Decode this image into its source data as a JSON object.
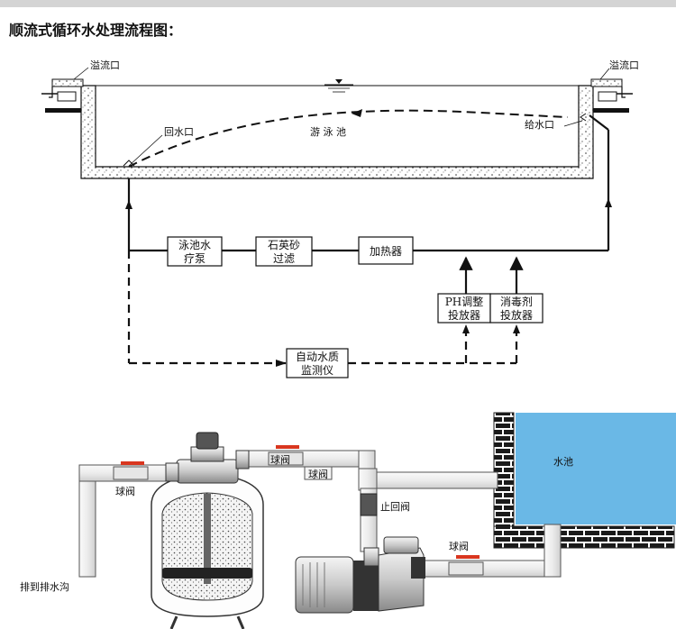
{
  "title": "顺流式循环水处理流程图：",
  "top_diagram": {
    "overflow_left": "溢流口",
    "overflow_right": "溢流口",
    "pool": "游 泳 池",
    "return_inlet": "回水口",
    "supply_inlet": "给水口",
    "pump": [
      "泳池水",
      "疗泵"
    ],
    "sand_filter": [
      "石英砂",
      "过滤"
    ],
    "heater": "加热器",
    "ph_doser": [
      "PH调整",
      "投放器"
    ],
    "disinfectant_doser": [
      "消毒剂",
      "投放器"
    ],
    "monitor": [
      "自动水质",
      "监测仪"
    ]
  },
  "bottom_diagram": {
    "ball_valve_left": "球阀",
    "ball_valve_top": "球阀",
    "ball_valve_mid": "球阀",
    "check_valve": "止回阀",
    "ball_valve_right": "球阀",
    "pool": "水池",
    "drain": "排到排水沟"
  },
  "colors": {
    "pool_water": "#6ab8e6",
    "valve_handle": "#d9361f",
    "line": "#111111"
  }
}
